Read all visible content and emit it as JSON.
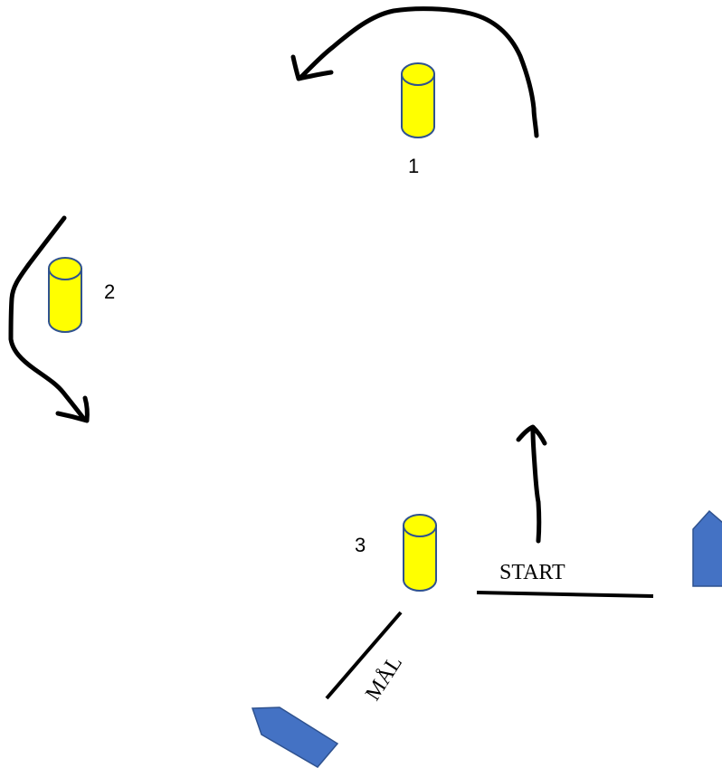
{
  "buoys": [
    {
      "label": "1"
    },
    {
      "label": "2"
    },
    {
      "label": "3"
    }
  ],
  "lines": {
    "start_label": "START",
    "finish_label": "MÅL"
  },
  "colors": {
    "buoy_fill": "#FFFF00",
    "buoy_outline": "#2F528F",
    "boat_fill": "#4472C4",
    "boat_outline": "#2F528F",
    "ink": "#000000",
    "background": "#FFFFFF"
  },
  "icons": [
    "buoy-icon",
    "boat-icon",
    "arrow-icon"
  ]
}
